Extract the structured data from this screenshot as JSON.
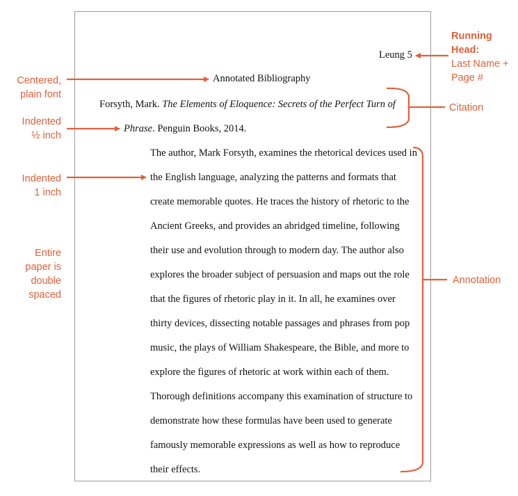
{
  "accent_color": "#e0603a",
  "document": {
    "running_head": "Leung 5",
    "title": "Annotated Bibliography",
    "citation": {
      "line1_plain": "Forsyth, Mark. ",
      "line1_italic": "The Elements of Eloquence: Secrets of the Perfect Turn of",
      "line2_italic": "Phrase",
      "line2_plain": ". Penguin Books, 2014."
    },
    "annotation_lines": [
      "The author, Mark Forsyth, examines the rhetorical devices used in",
      "the English language, analyzing the patterns and formats that",
      "create memorable quotes. He traces the history of rhetoric to the",
      "Ancient Greeks, and provides an abridged timeline, following",
      "their use and evolution through to modern day. The author also",
      "explores the broader subject of persuasion and maps out the role",
      "that the figures of rhetoric play in it. In all, he examines over",
      "thirty devices, dissecting notable passages and phrases from pop",
      "music, the plays of William Shakespeare, the Bible, and more to",
      "explore the figures of rhetoric at work within each of them.",
      "Thorough definitions accompany this examination of structure to",
      "demonstrate how these formulas have been used to generate",
      "famously memorable expressions as well as how to reproduce",
      "their effects."
    ]
  },
  "callouts": {
    "running_head": {
      "title": "Running Head:",
      "detail_line1": "Last Name +",
      "detail_line2": "Page #"
    },
    "centered": {
      "line1": "Centered,",
      "line2": "plain font"
    },
    "indented_half": {
      "line1": "Indented",
      "line2": "½ inch"
    },
    "indented_one": {
      "line1": "Indented",
      "line2": "1 inch"
    },
    "double_spaced": {
      "line1": "Entire",
      "line2": "paper is",
      "line3": "double",
      "line4": "spaced"
    },
    "citation": "Citation",
    "annotation": "Annotation"
  }
}
